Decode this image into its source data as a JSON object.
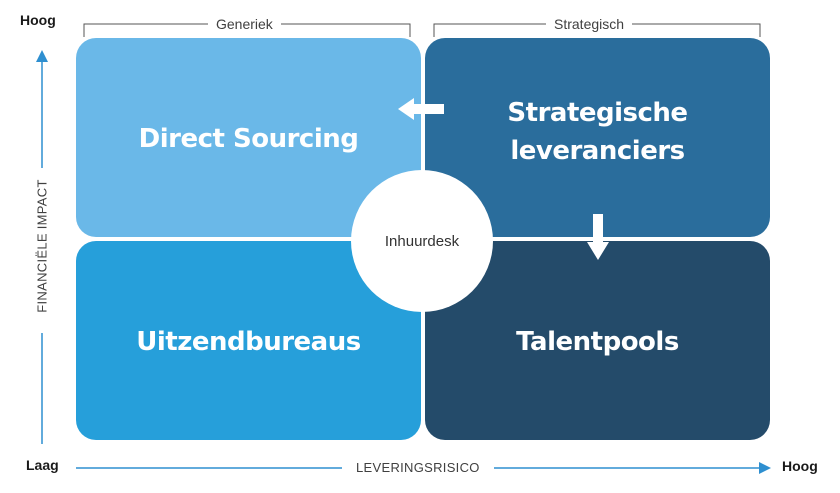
{
  "top_brackets": {
    "left_label": "Generiek",
    "right_label": "Strategisch"
  },
  "quadrants": {
    "top_left": "Direct Sourcing",
    "top_right": "Strategische\nleveranciers",
    "bottom_left": "Uitzendbureaus",
    "bottom_right": "Talentpools"
  },
  "center_label": "Inhuurdesk",
  "y_axis": {
    "label": "FINANCIËLE IMPACT",
    "high_label": "Hoog",
    "low_label": "Laag"
  },
  "x_axis": {
    "label": "LEVERINGSRISICO",
    "high_label": "Hoog"
  },
  "colors": {
    "top_left": "#6ab8e8",
    "top_right": "#2a6d9c",
    "bottom_left": "#269fda",
    "bottom_right": "#244b6a",
    "axis": "#2e8fd0"
  }
}
